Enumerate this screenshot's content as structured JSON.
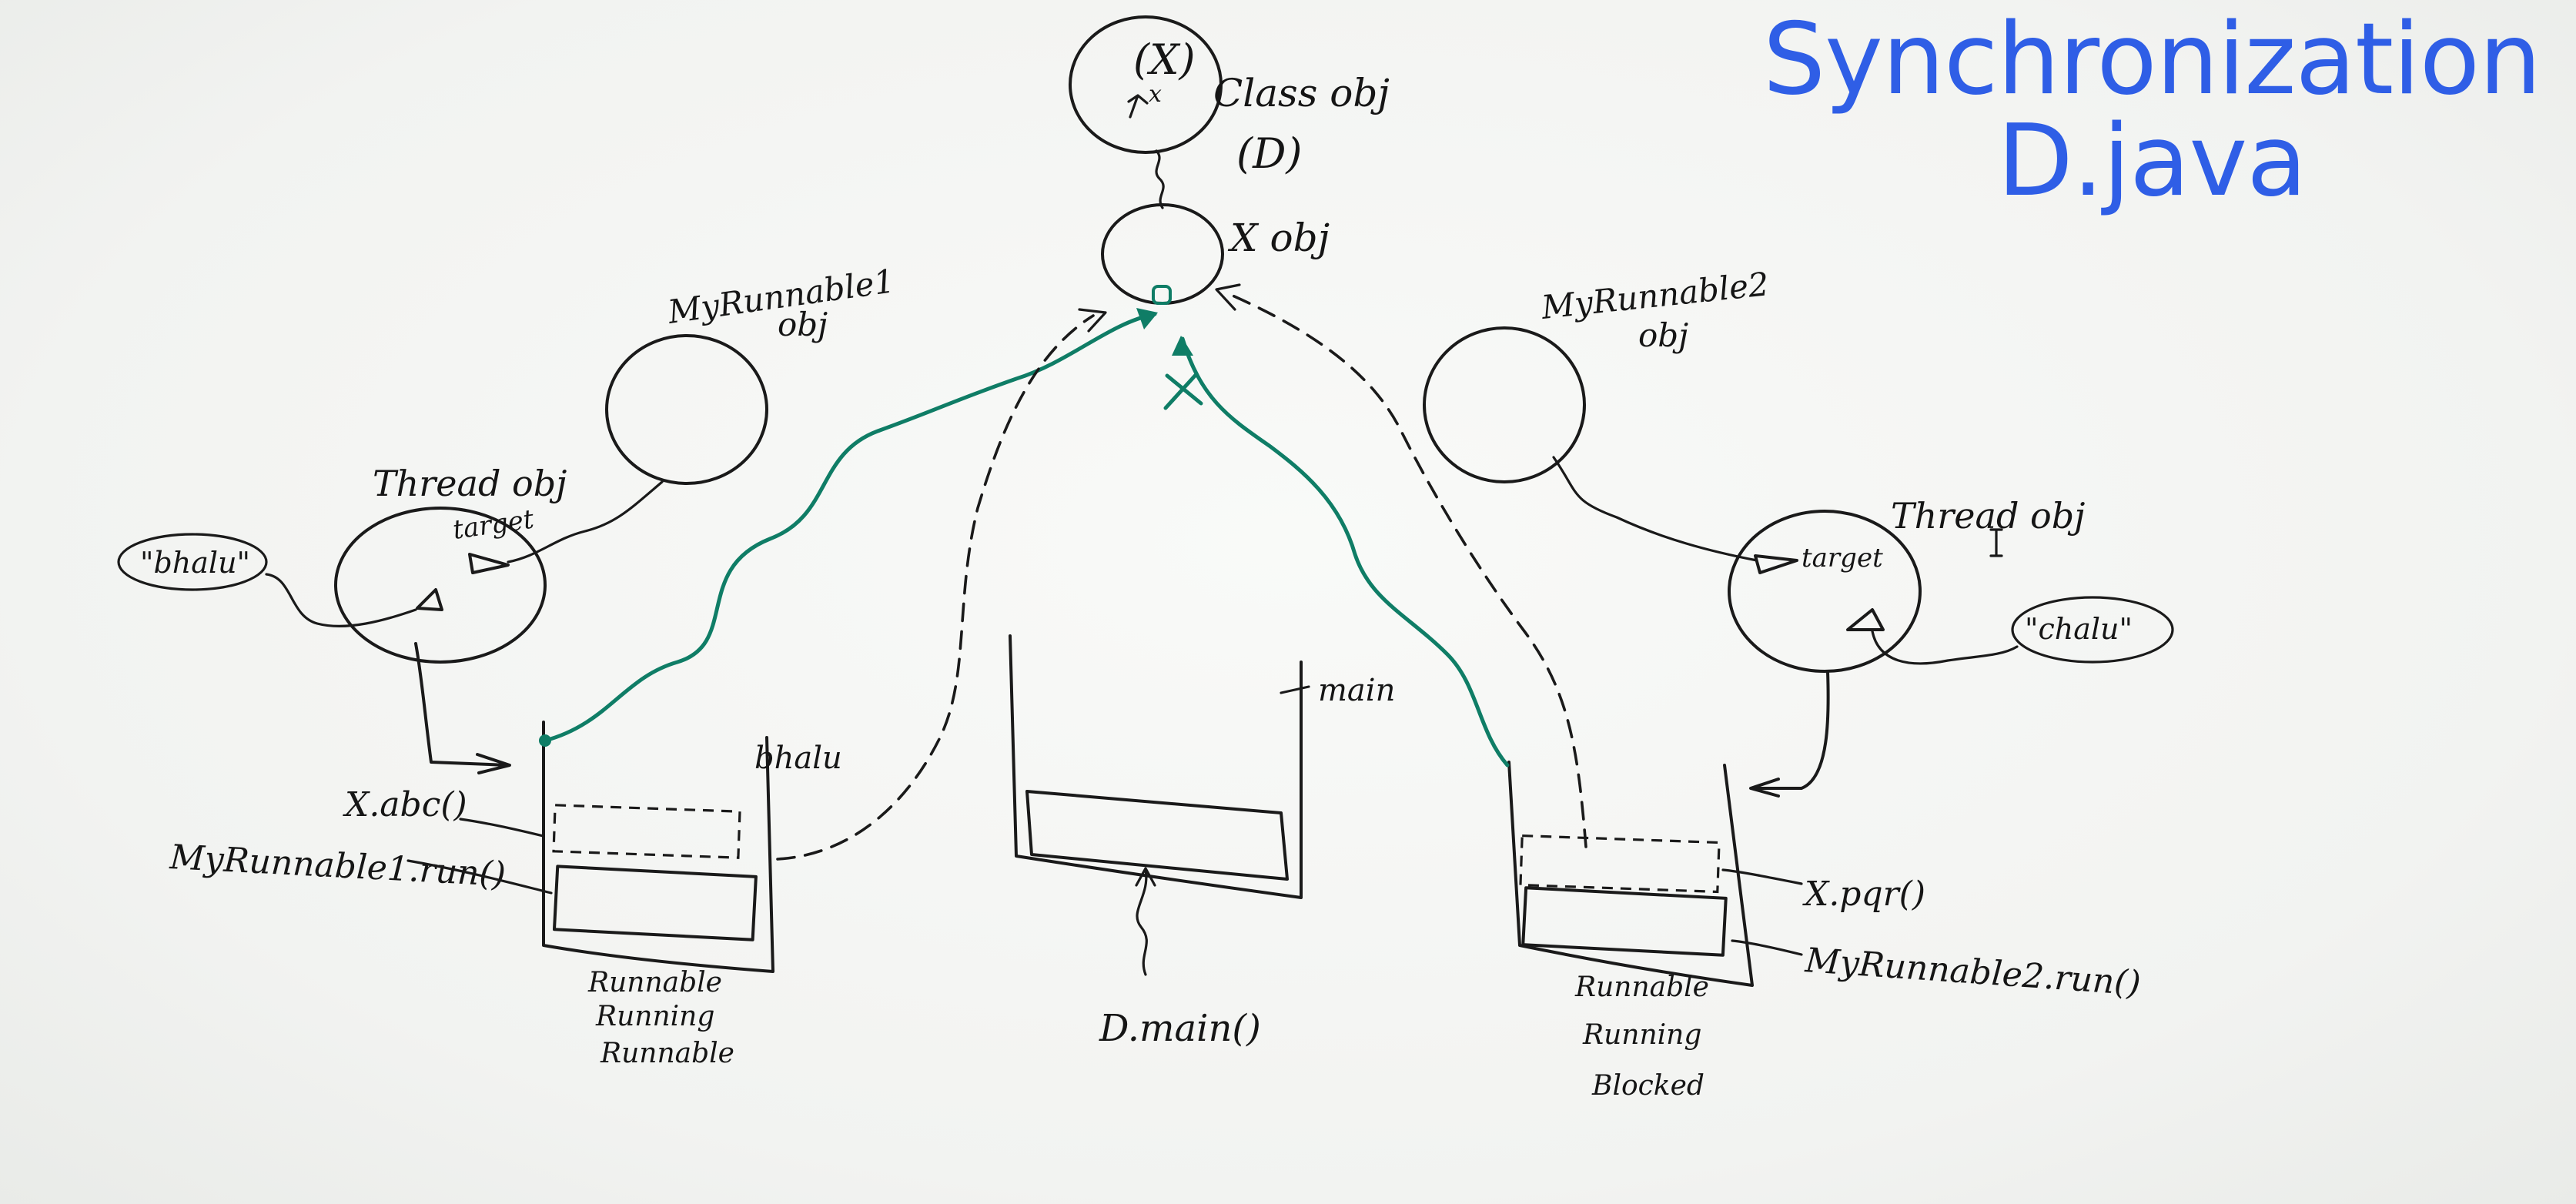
{
  "title": {
    "line1": "Synchronization",
    "line2": "D.java"
  },
  "labels": {
    "class_obj_symbol": "(X)",
    "class_obj_arrow": "x",
    "class_obj": "Class obj",
    "class_obj_name": "(D)",
    "x_obj": "X obj",
    "myrunnable1_obj_line1": "MyRunnable1",
    "myrunnable1_obj_line2": "obj",
    "myrunnable2_obj_line1": "MyRunnable2",
    "myrunnable2_obj_line2": "obj",
    "thread1_obj": "Thread obj",
    "thread1_target": "target",
    "thread2_obj": "Thread obj",
    "thread2_target": "target",
    "name1": "\"bhalu\"",
    "name2": "\"chalu\"",
    "stack1_name": "bhalu",
    "stack_main_name": "main",
    "left_frame_abc": "X.abc()",
    "left_frame_run": "MyRunnable1.run()",
    "right_frame_pqr": "X.pqr()",
    "right_frame_run": "MyRunnable2.run()",
    "main_frame": "D.main()",
    "thread1_state": [
      "Runnable",
      "Running",
      "Runnable"
    ],
    "thread2_state": [
      "Runnable",
      "Running",
      "Blocked"
    ]
  },
  "colors": {
    "title": "#2f5ee6",
    "ink": "#1a1a1a",
    "lock_path": "#0f7d66"
  }
}
